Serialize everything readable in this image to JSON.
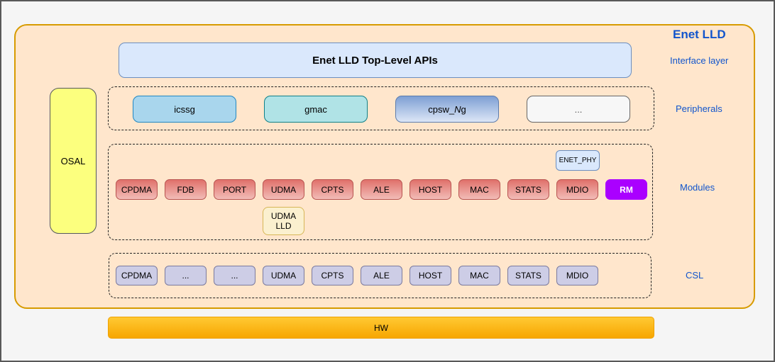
{
  "diagram_title": "Enet LLD",
  "osal_label": "OSAL",
  "hw_label": "HW",
  "interface_layer": {
    "side_label": "Interface layer",
    "api_box_label": "Enet LLD Top-Level APIs"
  },
  "peripherals": {
    "side_label": "Peripherals",
    "icssg_label": "icssg",
    "gmac_label": "gmac",
    "cpsw": {
      "prefix": "cpsw_",
      "italic": "N",
      "suffix": "g"
    },
    "more_label": "..."
  },
  "modules": {
    "side_label": "Modules",
    "enet_phy_label": "ENET_PHY",
    "items": [
      "CPDMA",
      "FDB",
      "PORT",
      "UDMA",
      "CPTS",
      "ALE",
      "HOST",
      "MAC",
      "STATS",
      "MDIO"
    ],
    "rm_label": "RM",
    "udma_lld_label": "UDMA LLD"
  },
  "csl": {
    "side_label": "CSL",
    "items": [
      "CPDMA",
      "...",
      "...",
      "UDMA",
      "CPTS",
      "ALE",
      "HOST",
      "MAC",
      "STATS",
      "MDIO"
    ]
  },
  "colors": {
    "container_fill": "#FFE6CC",
    "container_border": "#D79B00",
    "api_box_fill": "#DAE8FC",
    "api_box_border": "#6C8EBF",
    "osal_fill": "#FCFF7E",
    "icssg_fill": "#A9D6ED",
    "icssg_border": "#1F86C2",
    "gmac_fill": "#B0E3E6",
    "gmac_border": "#0E8088",
    "cpsw_gradient_top": "#7E9FD4",
    "cpsw_gradient_bottom": "#DCE6F6",
    "module_gradient_top": "#E0716B",
    "module_gradient_bottom": "#F2BCB7",
    "module_border": "#B85450",
    "rm_fill": "#AA00FF",
    "udma_lld_fill": "#FBF0CF",
    "udma_lld_border": "#D6B656",
    "csl_box_fill": "#CDCDE6",
    "csl_box_border": "#7A7A9E",
    "hw_gradient_top": "#FFC933",
    "hw_gradient_bottom": "#F7A600",
    "label_blue": "#1155CC"
  }
}
